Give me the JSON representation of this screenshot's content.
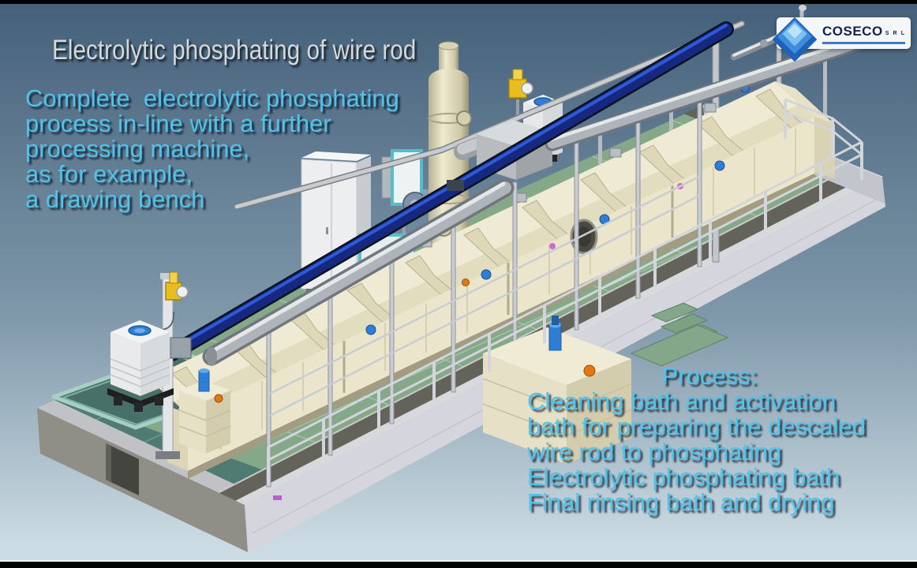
{
  "slide": {
    "title": "Electrolytic phosphating of wire rod",
    "intro": {
      "lines": [
        "Complete  electrolytic phosphating",
        "process in-line with a further",
        "processing machine,",
        "as for example,",
        "a drawing bench"
      ]
    },
    "process": {
      "heading": "Process:",
      "lines": [
        "Cleaning bath and activation",
        "bath for preparing the descaled",
        "wire rod to phosphating",
        "Electrolytic phosphating bath",
        "Final rinsing bath and drying"
      ]
    },
    "logo": {
      "company": "COSECO",
      "legal_suffix": "S R L"
    }
  },
  "scene": {
    "description": "Isometric 3D CAD rendering of an in-line electrolytic wire rod phosphating plant: row of cream process baths with sloped covers on a concrete platform, overhead navy wire-guide beam, exhaust duct and scrubber tower, control cabinet, IBC chemical containers and railings",
    "palette": {
      "background_top": "#44607A",
      "background_bottom": "#CCDBE3",
      "text_cyan": "#52C3E8",
      "title_gray": "#D5D9DC",
      "beam_navy": "#16297E",
      "beam_stripe": "#2E59D8",
      "tank_cream": "#EAE5CB",
      "cover_cream": "#EFEAD3",
      "deck_green": "#84A888",
      "deck_teal": "#4F7B73",
      "bund_border": "#A8CFC5",
      "concrete_face": "#D4D5DD",
      "walkway_gray": "#63635C",
      "steel_light": "#E4E8EA",
      "steel_mid": "#AEB4BA",
      "steel_dark": "#70767C",
      "ibc_lid_blue": "#2F7FD6",
      "valve_yellow": "#E8BE1E",
      "pump_blue": "#2E7ED6",
      "logo_blue": "#2E72C4",
      "logo_navy": "#16214D"
    }
  }
}
